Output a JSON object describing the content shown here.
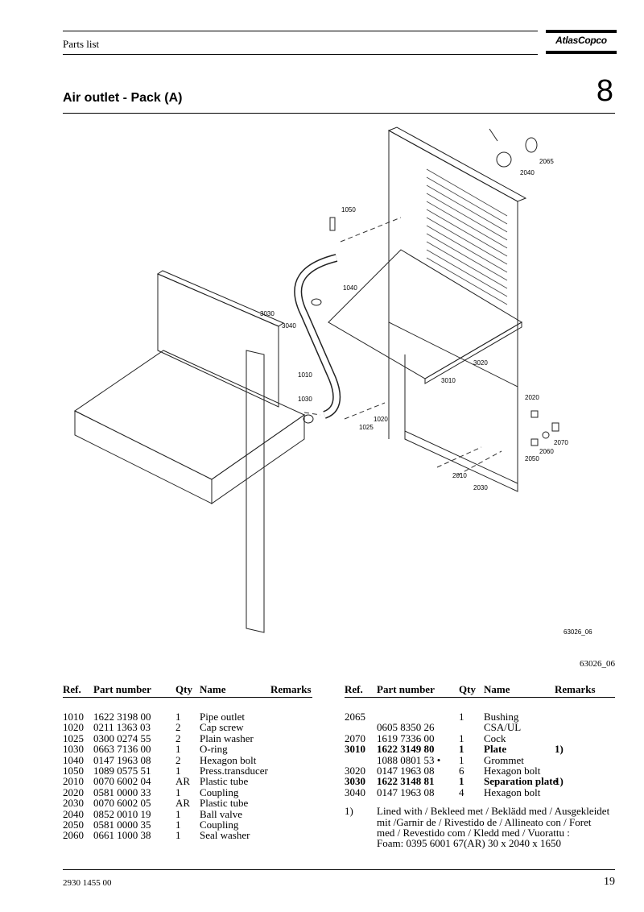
{
  "header": {
    "section_label": "Parts list",
    "logo_text": "AtlasCopco"
  },
  "title": "Air outlet - Pack (A)",
  "section_number": "8",
  "drawing": {
    "image_id": "63026_06",
    "caption": "63026_06",
    "callouts": [
      "2065",
      "2040",
      "1050",
      "1040",
      "3030",
      "3040",
      "1010",
      "1030",
      "1025",
      "1020",
      "3020",
      "3010",
      "2020",
      "2070",
      "2060",
      "2050",
      "2010",
      "2030"
    ]
  },
  "table_headers": {
    "ref": "Ref.",
    "part_number": "Part number",
    "qty": "Qty",
    "name": "Name",
    "remarks": "Remarks"
  },
  "parts_left": [
    {
      "ref": "1010",
      "part": "1622 3198 00",
      "qty": "1",
      "name": "Pipe outlet",
      "remarks": ""
    },
    {
      "ref": "1020",
      "part": "0211 1363 03",
      "qty": "2",
      "name": "Cap screw",
      "remarks": ""
    },
    {
      "ref": "1025",
      "part": "0300 0274 55",
      "qty": "2",
      "name": "Plain washer",
      "remarks": ""
    },
    {
      "ref": "1030",
      "part": "0663 7136 00",
      "qty": "1",
      "name": "O-ring",
      "remarks": ""
    },
    {
      "ref": "1040",
      "part": "0147 1963 08",
      "qty": "2",
      "name": "Hexagon bolt",
      "remarks": ""
    },
    {
      "ref": "1050",
      "part": "1089 0575 51",
      "qty": "1",
      "name": "Press.transducer",
      "remarks": ""
    },
    {
      "ref": "2010",
      "part": "0070 6002 04",
      "qty": "AR",
      "name": "Plastic tube",
      "remarks": ""
    },
    {
      "ref": "2020",
      "part": "0581 0000 33",
      "qty": "1",
      "name": "Coupling",
      "remarks": ""
    },
    {
      "ref": "2030",
      "part": "0070 6002 05",
      "qty": "AR",
      "name": "Plastic tube",
      "remarks": ""
    },
    {
      "ref": "2040",
      "part": "0852 0010 19",
      "qty": "1",
      "name": "Ball valve",
      "remarks": ""
    },
    {
      "ref": "2050",
      "part": "0581 0000 35",
      "qty": "1",
      "name": "Coupling",
      "remarks": ""
    },
    {
      "ref": "2060",
      "part": "0661 1000 38",
      "qty": "1",
      "name": "Seal washer",
      "remarks": ""
    }
  ],
  "parts_right": [
    {
      "ref": "2065",
      "part": "",
      "qty": "1",
      "name": "Bushing",
      "remarks": "",
      "bold": false
    },
    {
      "ref": "",
      "part": "0605 8350 26",
      "qty": "",
      "name": "CSA/UL",
      "remarks": "",
      "bold": false
    },
    {
      "ref": "2070",
      "part": "1619 7336 00",
      "qty": "1",
      "name": "Cock",
      "remarks": "",
      "bold": false
    },
    {
      "ref": "3010",
      "part": "1622 3149 80",
      "qty": "1",
      "name": "Plate",
      "remarks": "1)",
      "bold": true
    },
    {
      "ref": "",
      "part": "1088 0801 53 •",
      "qty": "1",
      "name": "Grommet",
      "remarks": "",
      "bold": false
    },
    {
      "ref": "3020",
      "part": "0147 1963 08",
      "qty": "6",
      "name": "Hexagon bolt",
      "remarks": "",
      "bold": false
    },
    {
      "ref": "3030",
      "part": "1622 3148 81",
      "qty": "1",
      "name": "Separation plate",
      "remarks": "1)",
      "bold": true
    },
    {
      "ref": "3040",
      "part": "0147 1963 08",
      "qty": "4",
      "name": "Hexagon bolt",
      "remarks": "",
      "bold": false
    }
  ],
  "footnote": {
    "mark": "1)",
    "lines": [
      "Lined with / Bekleed met / Beklädd med / Ausgekleidet",
      "mit /Garnir de / Rivestido de / Allineato con / Foret",
      "med / Revestido com / Kledd med / Vuorattu :",
      "Foam: 0395 6001 67(AR) 30 x 2040 x 1650"
    ]
  },
  "footer": {
    "document_number": "2930 1455 00",
    "page_number": "19"
  }
}
